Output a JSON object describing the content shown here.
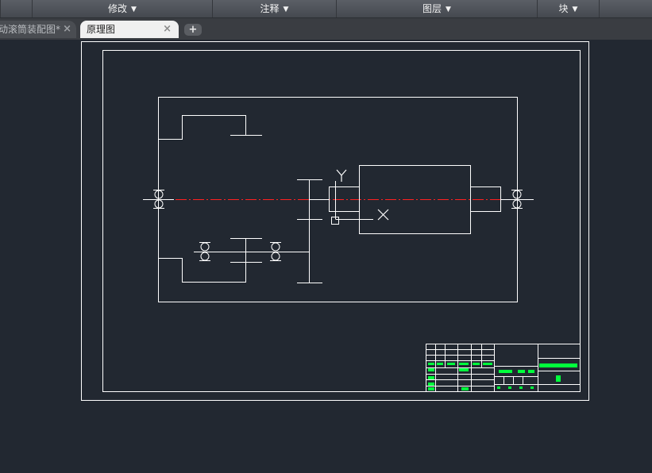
{
  "ribbon": {
    "panels": [
      {
        "label": "修改"
      },
      {
        "label": "注释"
      },
      {
        "label": "图层"
      },
      {
        "label": "块"
      }
    ]
  },
  "tabs": [
    {
      "label": "动滚筒装配图*"
    },
    {
      "label": "原理图"
    }
  ],
  "tab_close_glyph": "×",
  "new_tab_glyph": "+",
  "dropdown_glyph": "▼",
  "drawing": {
    "axis_labels": {
      "y": "Y",
      "x": "X"
    },
    "colors": {
      "background": "#222831",
      "lines": "#ffffff",
      "centerline": "#ff2020",
      "title_block_text": "#00ff3c"
    }
  }
}
